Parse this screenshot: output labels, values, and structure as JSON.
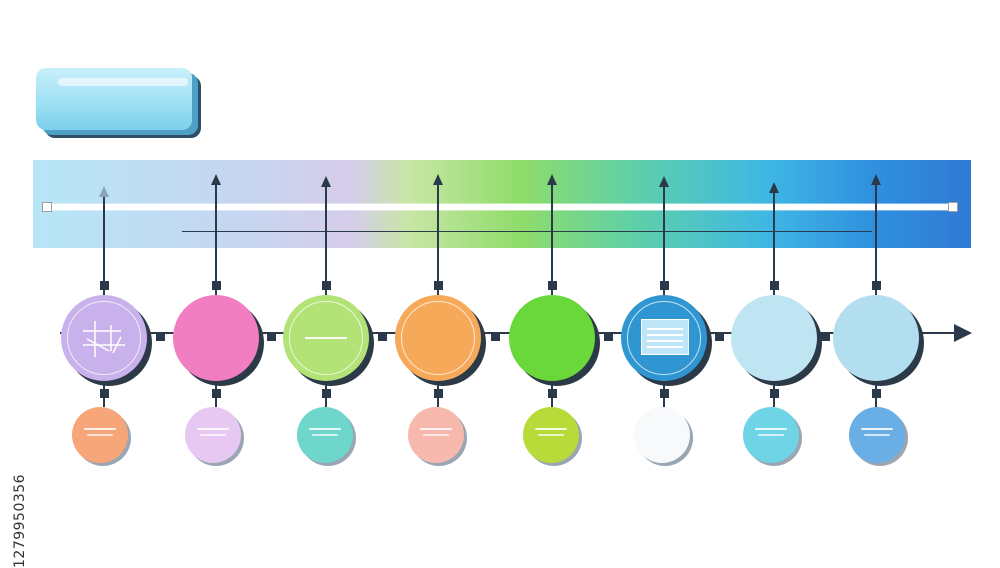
{
  "nodes": [
    {
      "id": 1,
      "color": "#c9b1ec",
      "icon": "network-icon"
    },
    {
      "id": 2,
      "color": "#f07ec0",
      "icon": "none"
    },
    {
      "id": 3,
      "color": "#b3e277",
      "icon": "dash-icon"
    },
    {
      "id": 4,
      "color": "#f7a95a",
      "icon": "ring-icon"
    },
    {
      "id": 5,
      "color": "#6ad83a",
      "icon": "none"
    },
    {
      "id": 6,
      "color": "#2f96d2",
      "icon": "document-icon"
    },
    {
      "id": 7,
      "color": "#bfe4f2",
      "icon": "none"
    },
    {
      "id": 8,
      "color": "#b3def0",
      "icon": "none"
    }
  ],
  "sub_nodes": [
    {
      "id": 1,
      "color": "#f6a679"
    },
    {
      "id": 2,
      "color": "#e6c8f2"
    },
    {
      "id": 3,
      "color": "#6fd6cc"
    },
    {
      "id": 4,
      "color": "#f7b9ae"
    },
    {
      "id": 5,
      "color": "#b9db3a"
    },
    {
      "id": 6,
      "color": "#f7f9fb"
    },
    {
      "id": 7,
      "color": "#6fd4e6"
    },
    {
      "id": 8,
      "color": "#6aaee6"
    }
  ],
  "watermark_id": "1279950356"
}
